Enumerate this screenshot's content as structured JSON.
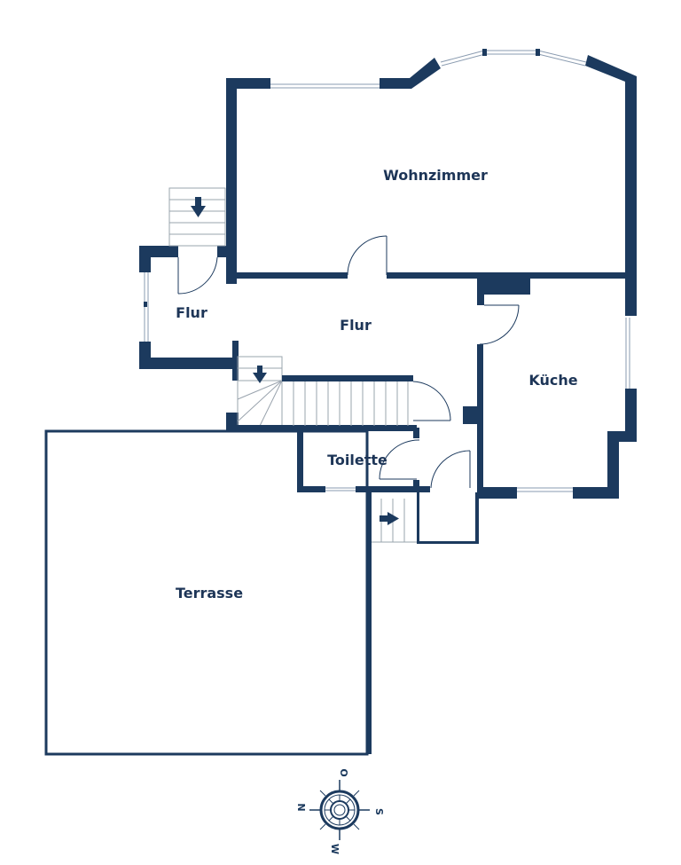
{
  "floorplan": {
    "colors": {
      "wall": "#1c3a5e",
      "label": "#1d3557",
      "window": "#8a9bb0",
      "background": "#ffffff"
    },
    "rooms": [
      {
        "id": "wohnzimmer",
        "label": "Wohnzimmer"
      },
      {
        "id": "flur-west",
        "label": "Flur"
      },
      {
        "id": "flur-main",
        "label": "Flur"
      },
      {
        "id": "kueche",
        "label": "Küche"
      },
      {
        "id": "toilette",
        "label": "Toilette"
      },
      {
        "id": "terrasse",
        "label": "Terrasse"
      }
    ],
    "compass": {
      "labels": {
        "top": "O",
        "right": "S",
        "bottom": "W",
        "left": "N"
      }
    },
    "stairs": [
      {
        "id": "entry-stairs",
        "direction": "down"
      },
      {
        "id": "inner-stairs",
        "direction": "down"
      },
      {
        "id": "rear-stairs",
        "direction": "right"
      }
    ]
  }
}
